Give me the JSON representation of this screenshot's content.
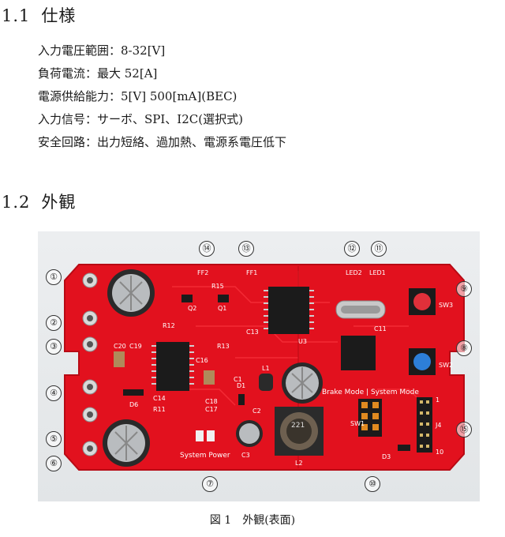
{
  "section1": {
    "number": "1.1",
    "title": "仕様"
  },
  "specs": [
    "入力電圧範囲：8-32[V]",
    "負荷電流：最大 52[A]",
    "電源供給能力：5[V] 500[mA](BEC)",
    "入力信号：サーボ、SPI、I2C(選択式)",
    "安全回路：出力短絡、過加熱、電源系電圧低下"
  ],
  "section2": {
    "number": "1.2",
    "title": "外観"
  },
  "figure": {
    "label": "図 1",
    "caption": "外観(表面)",
    "callouts": [
      "①",
      "②",
      "③",
      "④",
      "⑤",
      "⑥",
      "⑦",
      "⑧",
      "⑨",
      "⑩",
      "⑪",
      "⑫",
      "⑬",
      "⑭",
      "⑮"
    ],
    "silkscreen": {
      "ff1": "FF1",
      "ff2": "FF2",
      "led1": "LED1",
      "led2": "LED2",
      "sw1": "SW1",
      "sw2": "SW2",
      "sw3": "SW3",
      "mode": "Brake Mode | System Mode",
      "power": "System Power",
      "u3": "U3",
      "l1": "L1",
      "l2": "L2",
      "d3": "D3",
      "d6": "D6",
      "j4": "J4",
      "inductor": "221",
      "r13": "R13",
      "c13": "C13",
      "c11": "C11",
      "c16": "C16",
      "c18": "C18",
      "c17": "C17",
      "c14": "C14",
      "r11": "R11",
      "c19": "C19",
      "c20": "C20",
      "q1": "Q1",
      "q2": "Q2",
      "r12": "R12",
      "r15": "R15",
      "c1": "C1",
      "c2": "C2",
      "d1": "D1",
      "c3": "C3",
      "j_top": "1",
      "j_bot": "10"
    }
  },
  "colors": {
    "board": "#e2111e",
    "board_dark": "#b80a14",
    "pad": "#d9d9d9",
    "chip": "#1b1b1b"
  }
}
